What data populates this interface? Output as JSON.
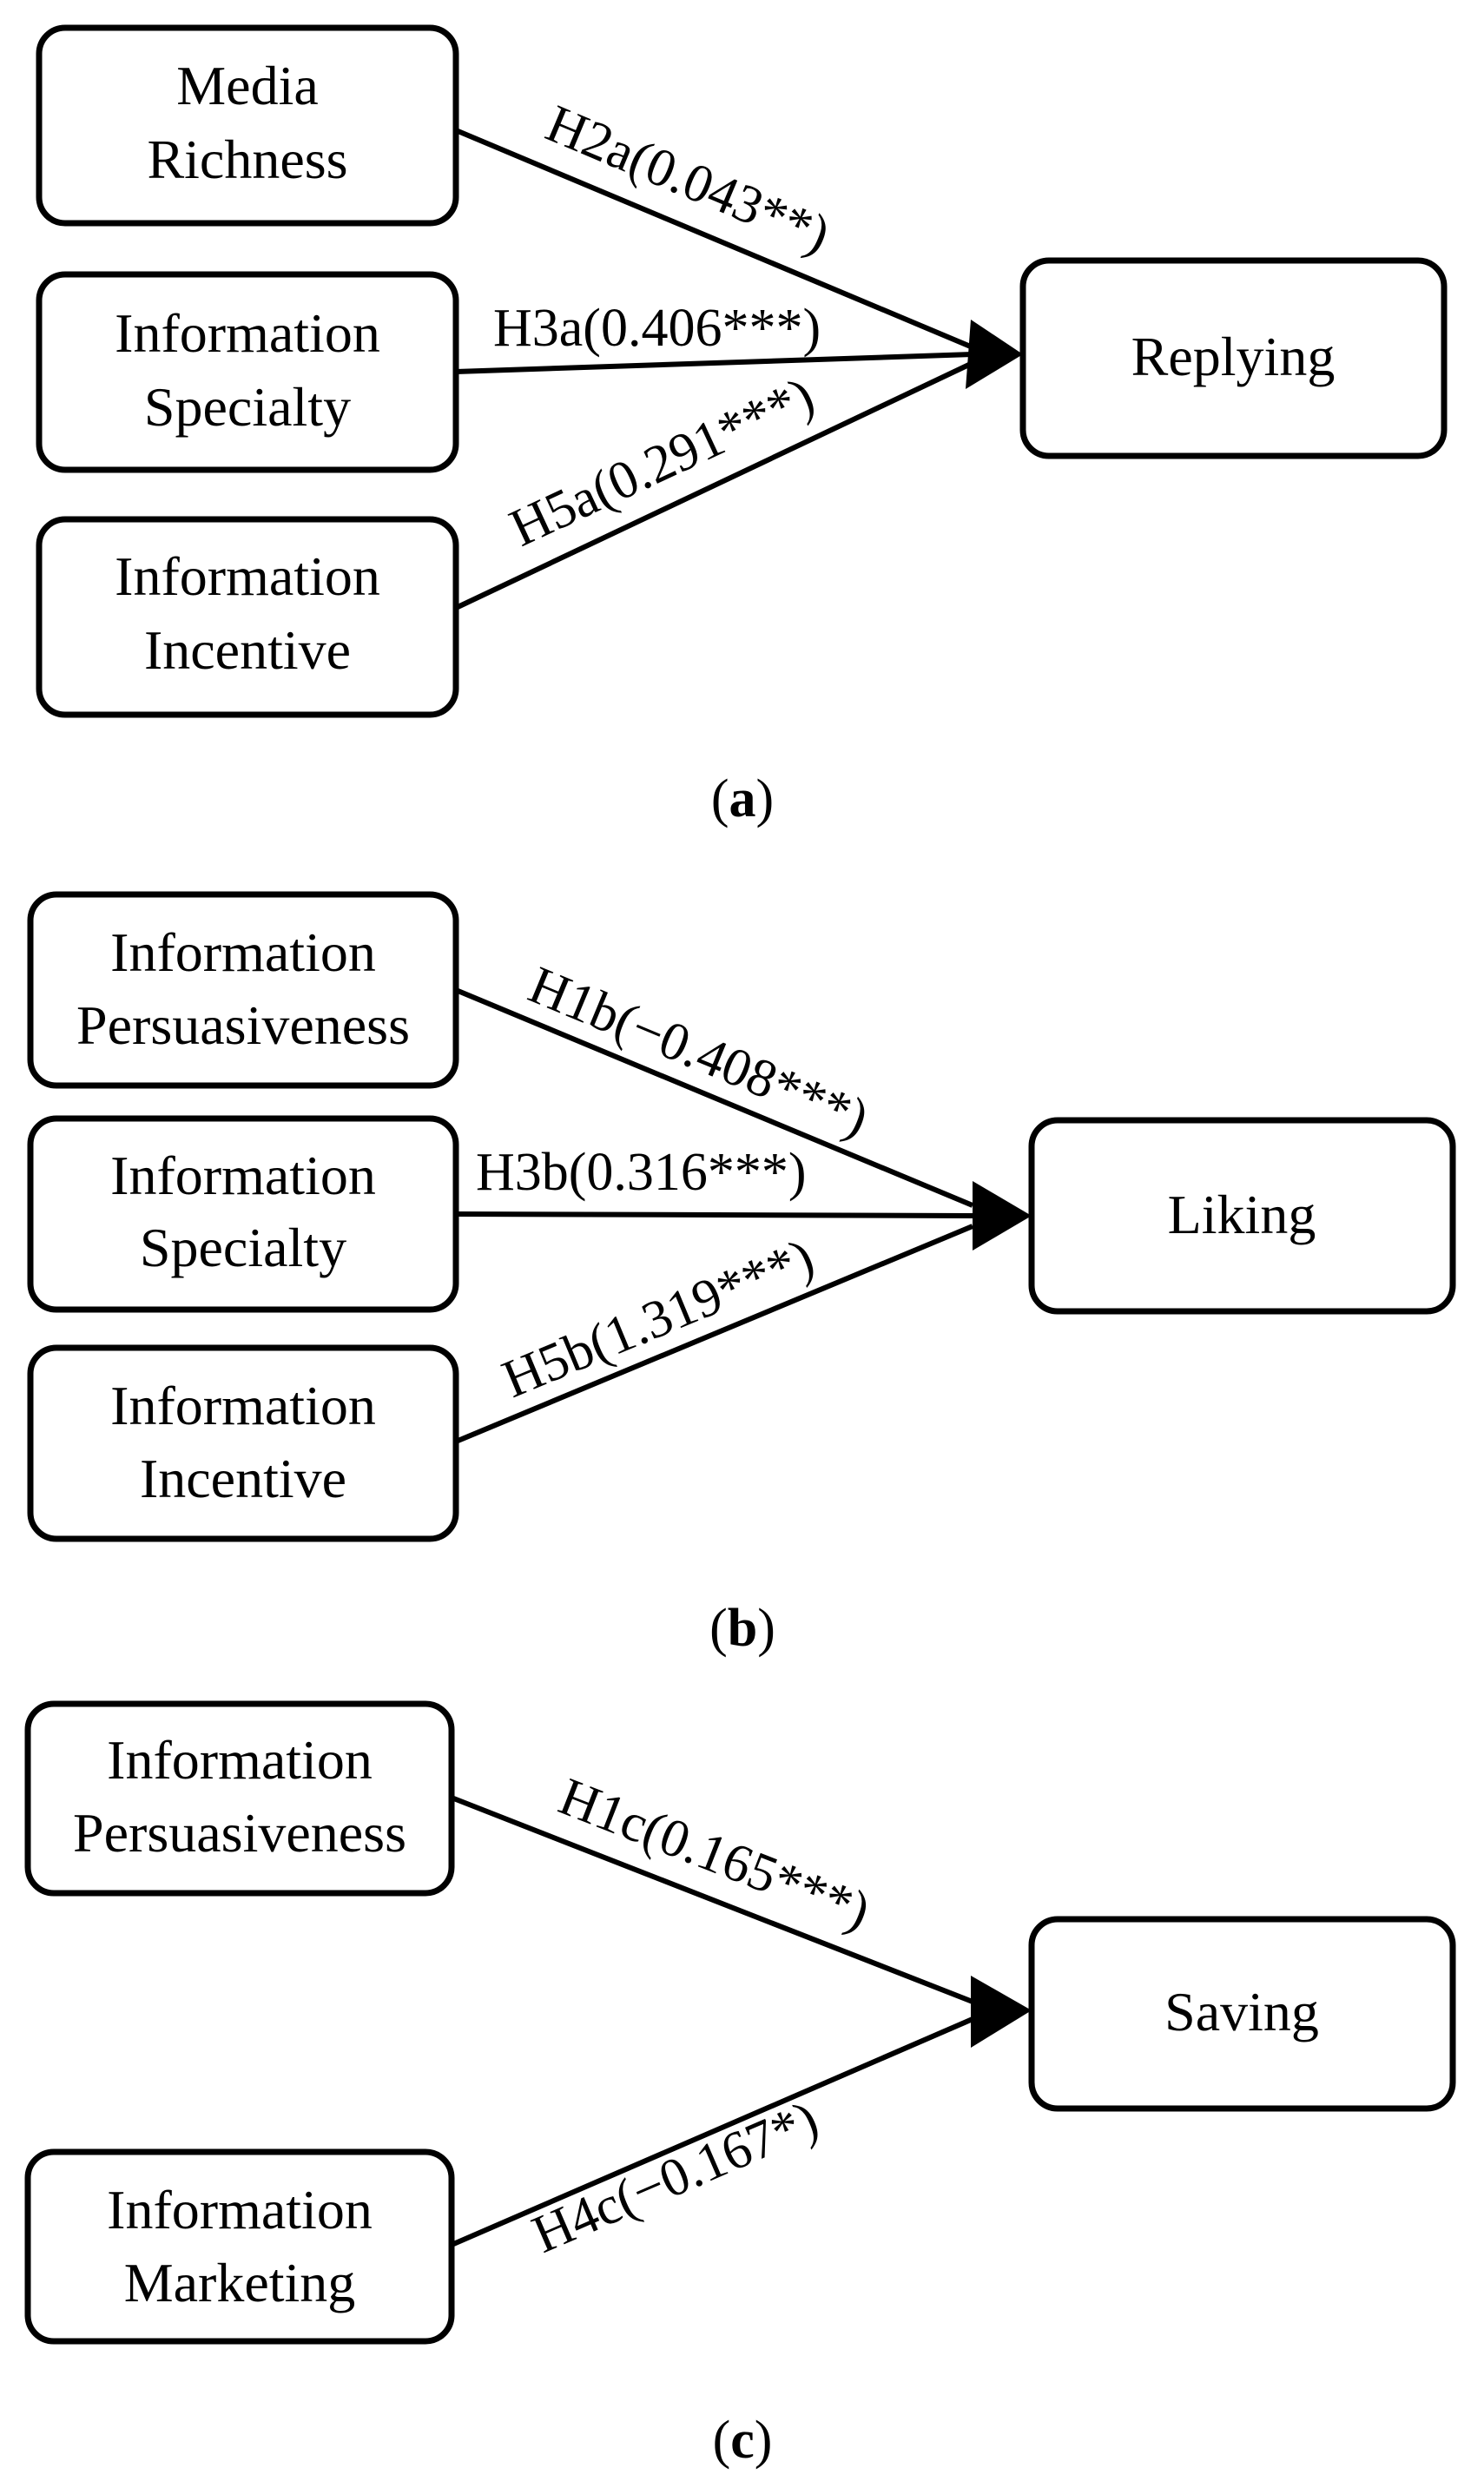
{
  "panels": [
    {
      "caption_letter": "a",
      "target": "Replying",
      "sources": [
        {
          "line1": "Media",
          "line2": "Richness"
        },
        {
          "line1": "Information",
          "line2": "Specialty"
        },
        {
          "line1": "Information",
          "line2": "Incentive"
        }
      ],
      "paths": [
        {
          "label": "H2a(0.043**)",
          "hypothesis": "H2a",
          "coefficient": 0.043,
          "significance": "**"
        },
        {
          "label": "H3a(0.406***)",
          "hypothesis": "H3a",
          "coefficient": 0.406,
          "significance": "***"
        },
        {
          "label": "H5a(0.291***)",
          "hypothesis": "H5a",
          "coefficient": 0.291,
          "significance": "***"
        }
      ]
    },
    {
      "caption_letter": "b",
      "target": "Liking",
      "sources": [
        {
          "line1": "Information",
          "line2": "Persuasiveness"
        },
        {
          "line1": "Information",
          "line2": "Specialty"
        },
        {
          "line1": "Information",
          "line2": "Incentive"
        }
      ],
      "paths": [
        {
          "label": "H1b(−0.408***)",
          "hypothesis": "H1b",
          "coefficient": -0.408,
          "significance": "***"
        },
        {
          "label": "H3b(0.316***)",
          "hypothesis": "H3b",
          "coefficient": 0.316,
          "significance": "***"
        },
        {
          "label": "H5b(1.319***)",
          "hypothesis": "H5b",
          "coefficient": 1.319,
          "significance": "***"
        }
      ]
    },
    {
      "caption_letter": "c",
      "target": "Saving",
      "sources": [
        {
          "line1": "Information",
          "line2": "Persuasiveness"
        },
        {
          "line1": "Information",
          "line2": "Marketing"
        }
      ],
      "paths": [
        {
          "label": "H1c(0.165***)",
          "hypothesis": "H1c",
          "coefficient": 0.165,
          "significance": "***"
        },
        {
          "label": "H4c(−0.167*)",
          "hypothesis": "H4c",
          "coefficient": -0.167,
          "significance": "*"
        }
      ]
    }
  ]
}
